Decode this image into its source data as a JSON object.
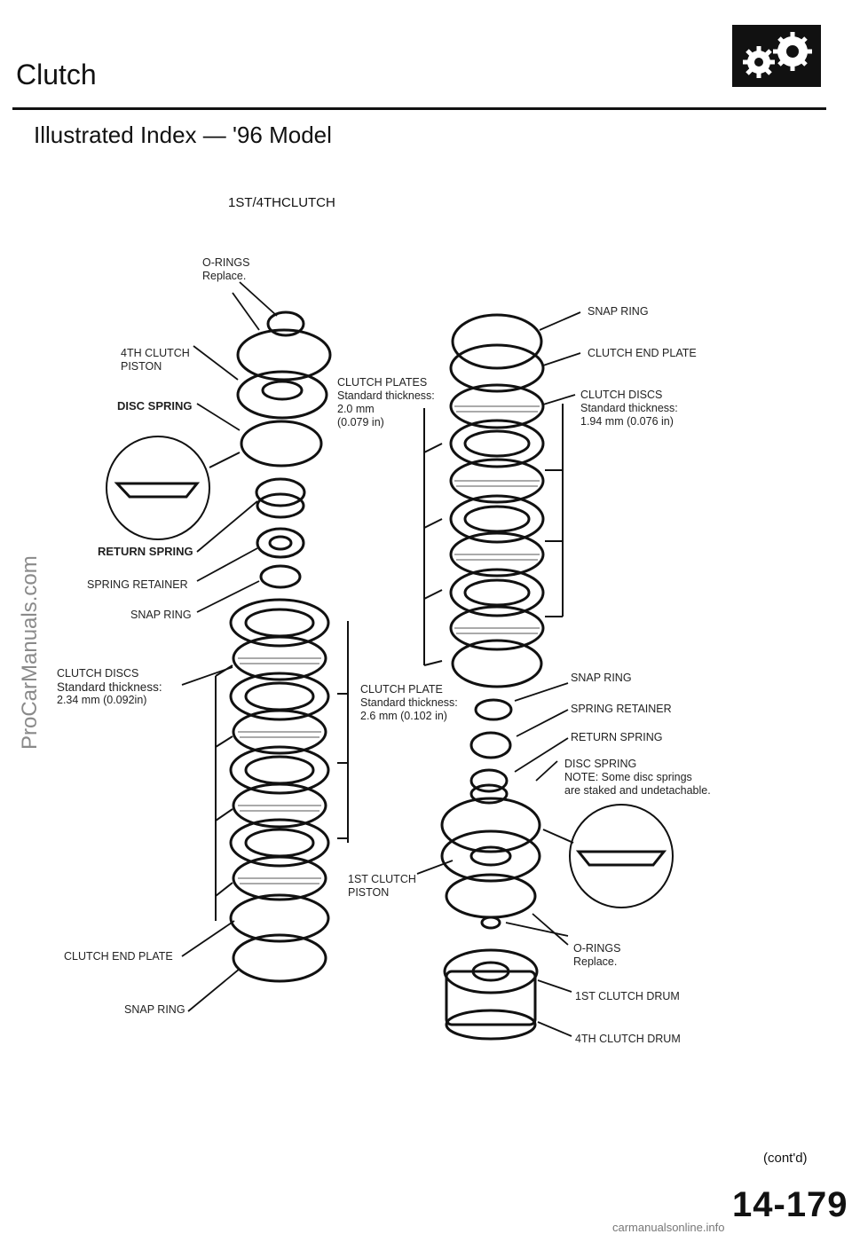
{
  "header": {
    "section_title": "Clutch",
    "subtitle": "Illustrated Index — '96 Model",
    "logo_icon": "gears-icon"
  },
  "diagram": {
    "title": "1ST/4THCLUTCH",
    "labels": {
      "orings_top": [
        "O-RINGS",
        "Replace."
      ],
      "clutch_piston_4th": [
        "4TH CLUTCH",
        "PISTON"
      ],
      "disc_spring_left": "DISC SPRING",
      "return_spring_left": "RETURN SPRING",
      "spring_retainer_left": "SPRING RETAINER",
      "snap_ring_left": "SNAP RING",
      "clutch_discs_left": [
        "CLUTCH DISCS",
        "Standard thickness:",
        "2.34  mm  (0.092in)"
      ],
      "clutch_end_plate_left": "CLUTCH END PLATE",
      "snap_ring_bottom_left": "SNAP RING",
      "clutch_plates_center": [
        "CLUTCH  PLATES",
        "Standard thickness:",
        "2.0  mm",
        "(0.079 in)"
      ],
      "clutch_plate_center": [
        "CLUTCH  PLATE",
        "Standard thickness:",
        "2.6  mm  (0.102  in)"
      ],
      "clutch_piston_1st": [
        "1ST CLUTCH",
        "PISTON"
      ],
      "snap_ring_right_top": "SNAP  RING",
      "clutch_end_plate_right": "CLUTCH END PLATE",
      "clutch_discs_right": [
        "CLUTCH DISCS",
        "Standard  thickness:",
        "1.94  mm  (0.076  in)"
      ],
      "snap_ring_right_mid": "SNAP  RING",
      "spring_retainer_right": "SPRING RETAINER",
      "return_spring_right": "RETURN  SPRING",
      "disc_spring_right": [
        "DISC SPRING",
        "NOTE:  Some disc springs",
        "are staked and undetachable."
      ],
      "orings_right": [
        "O-RINGS",
        "Replace."
      ],
      "clutch_drum_1st": "1ST CLUTCH DRUM",
      "clutch_drum_4th": "4TH  CLUTCH  DRUM"
    }
  },
  "footer": {
    "contd": "(cont'd)",
    "page_number": "14-179",
    "watermark": "ProCarManuals.com",
    "url": "carmanualsonline.info"
  }
}
